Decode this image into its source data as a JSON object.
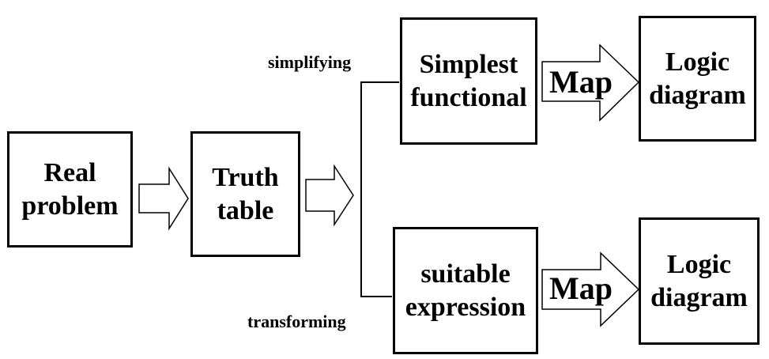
{
  "boxes": {
    "real_problem": "Real\nproblem",
    "truth_table": "Truth\ntable",
    "simplest_functional": "Simplest\nfunctional",
    "suitable_expression": "suitable\nexpression",
    "logic_diagram_top": "Logic\ndiagram",
    "logic_diagram_bottom": "Logic\ndiagram"
  },
  "branches": {
    "simplifying": "simplifying",
    "transforming": "transforming"
  },
  "arrows": {
    "map_top": "Map",
    "map_bottom": "Map"
  }
}
